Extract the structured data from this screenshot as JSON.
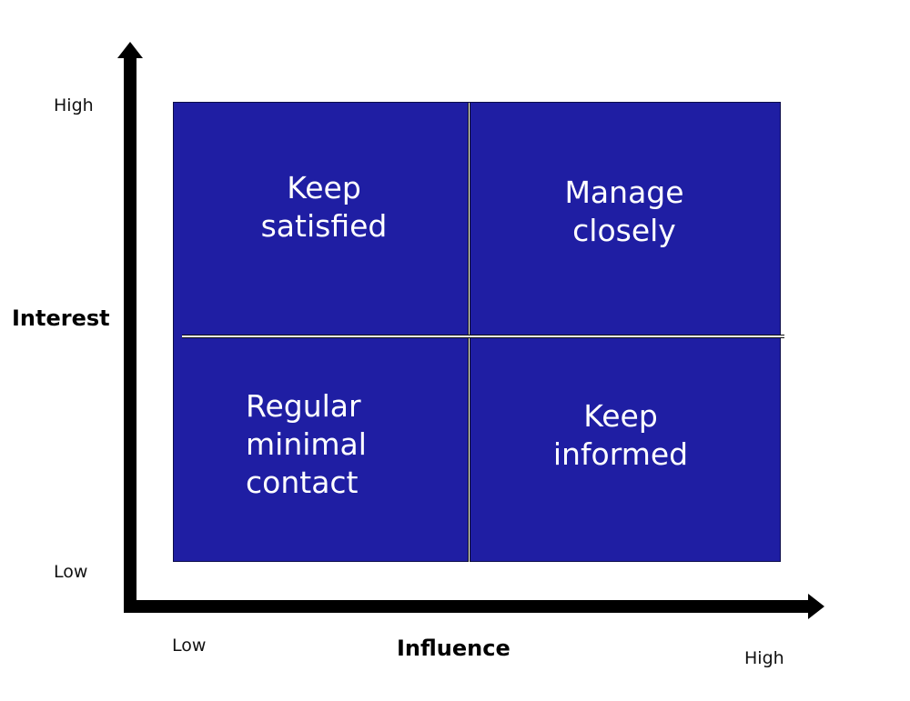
{
  "y_axis": {
    "title": "Interest",
    "high_label": "High",
    "low_label": "Low"
  },
  "x_axis": {
    "title": "Influence",
    "low_label": "Low",
    "high_label": "High"
  },
  "quadrants": {
    "top_left": {
      "line1": "Keep",
      "line2": "satisfied"
    },
    "top_right": {
      "line1": "Manage",
      "line2": "closely"
    },
    "bottom_left": {
      "line1": "Regular",
      "line2": "minimal",
      "line3": "contact"
    },
    "bottom_right": {
      "line1": "Keep",
      "line2": "informed"
    }
  },
  "colors": {
    "quadrant_fill": "#1f1ea3",
    "quadrant_text": "#ffffff",
    "axis": "#000000"
  }
}
